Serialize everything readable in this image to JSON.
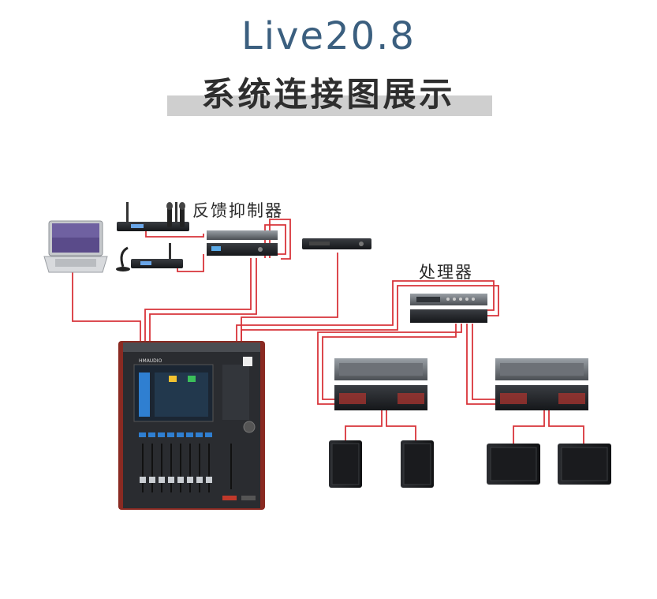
{
  "title": {
    "main": "Live20.8",
    "sub": "系统连接图展示"
  },
  "labels": {
    "feedback_suppressor": "反馈抑制器",
    "processor": "处理器"
  },
  "mixer": {
    "brand": "HMAUDIO"
  },
  "colors": {
    "title": "#3b5f7f",
    "subtitle": "#2e2e2e",
    "title_bar": "#cfcfcf",
    "cable": "#d8343a",
    "device": "#2b2b2b"
  }
}
